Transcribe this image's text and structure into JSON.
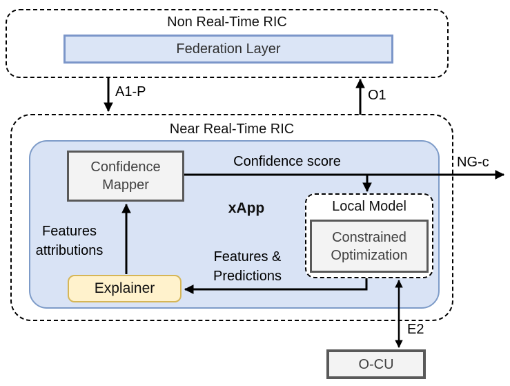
{
  "colors": {
    "blue_fill": "#dbe5f6",
    "blue_border": "#7b96c9",
    "xapp_fill": "#d9e3f5",
    "gray_fill": "#f3f3f3",
    "gray_border": "#595959",
    "yellow_fill": "#fff2cc",
    "yellow_border": "#d6b656",
    "line_color": "#000000"
  },
  "non_rt_ric": {
    "title": "Non Real-Time RIC",
    "federation_layer_label": "Federation Layer"
  },
  "near_rt_ric": {
    "title": "Near Real-Time RIC",
    "xapp_label": "xApp",
    "confidence_mapper_label": "Confidence Mapper",
    "local_model": {
      "title": "Local Model",
      "constrained_optimization_label": "Constrained Optimization"
    },
    "explainer_label": "Explainer"
  },
  "ocu_label": "O-CU",
  "edges": {
    "a1p": "A1-P",
    "o1": "O1",
    "ngc": "NG-c",
    "e2": "E2",
    "confidence_score": "Confidence score",
    "features_attributions": "Features attributions",
    "features_predictions": "Features & Predictions"
  }
}
